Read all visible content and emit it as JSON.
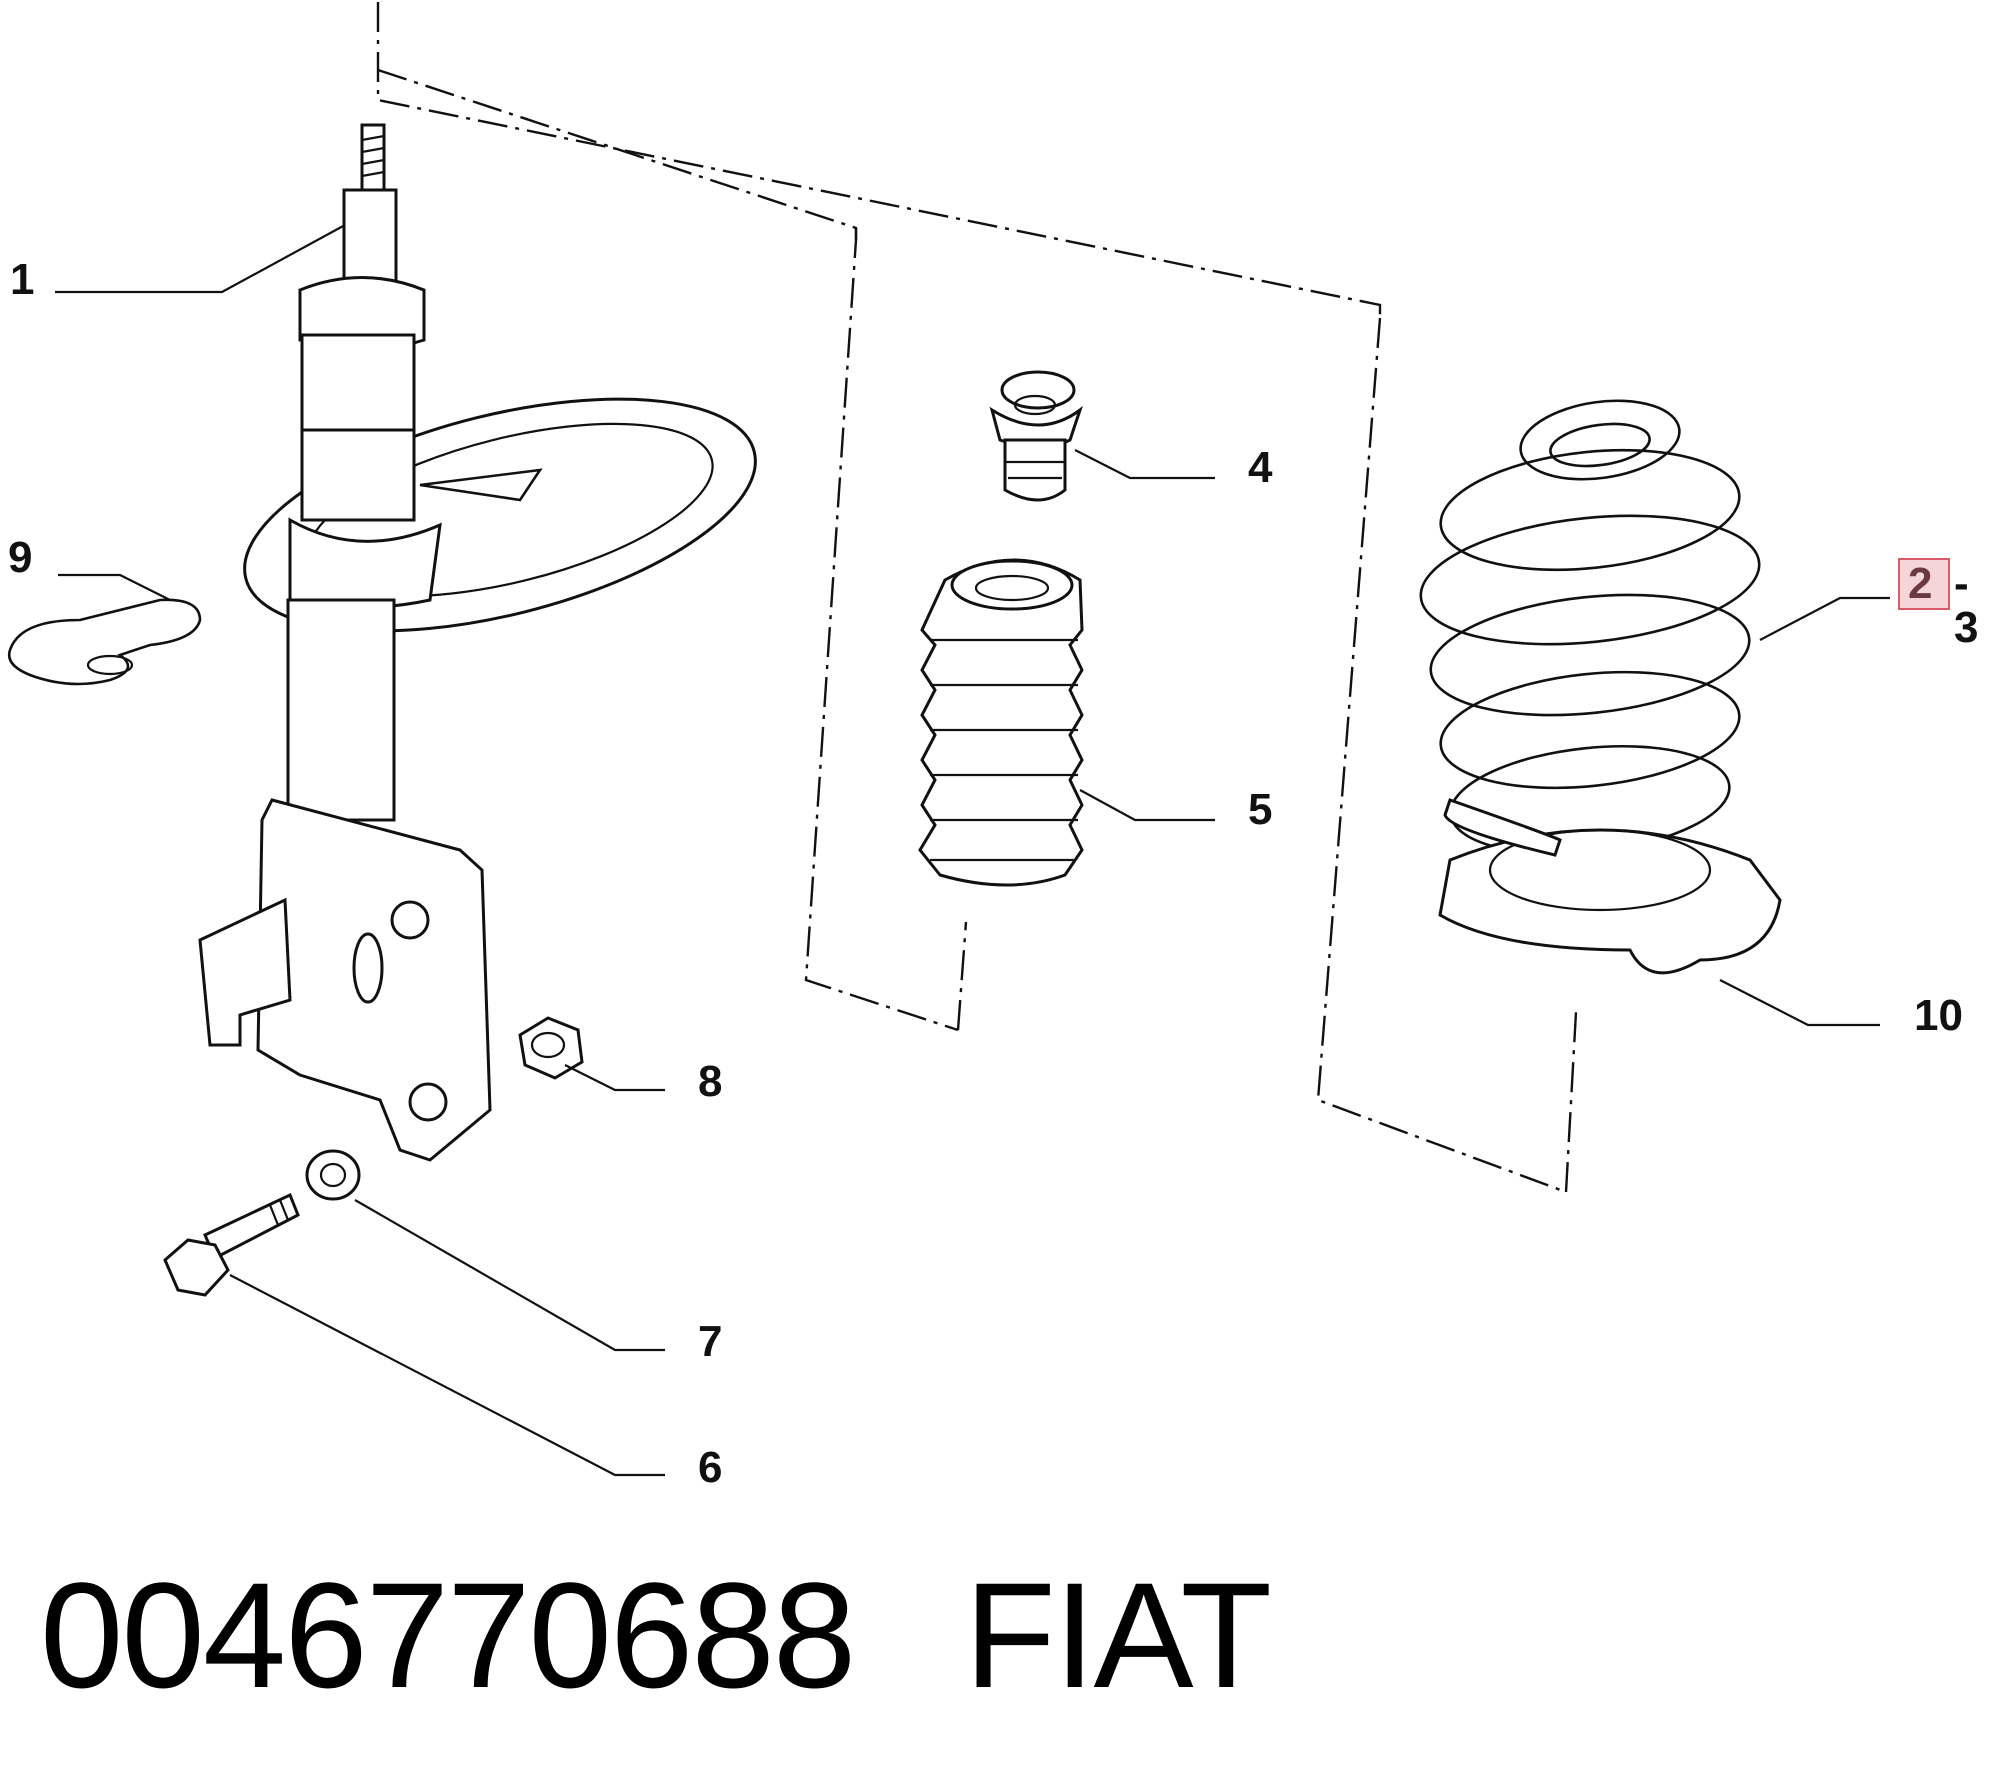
{
  "diagram": {
    "callouts": {
      "c1": "1",
      "c2": "2",
      "c2_suffix": "- 3",
      "c4": "4",
      "c5": "5",
      "c6": "6",
      "c7": "7",
      "c8": "8",
      "c9": "9",
      "c10": "10"
    },
    "highlight_color": "#f6d5d8",
    "highlight_border": "#d85a66"
  },
  "footer": {
    "part_number": "0046770688",
    "brand": "FIAT"
  }
}
